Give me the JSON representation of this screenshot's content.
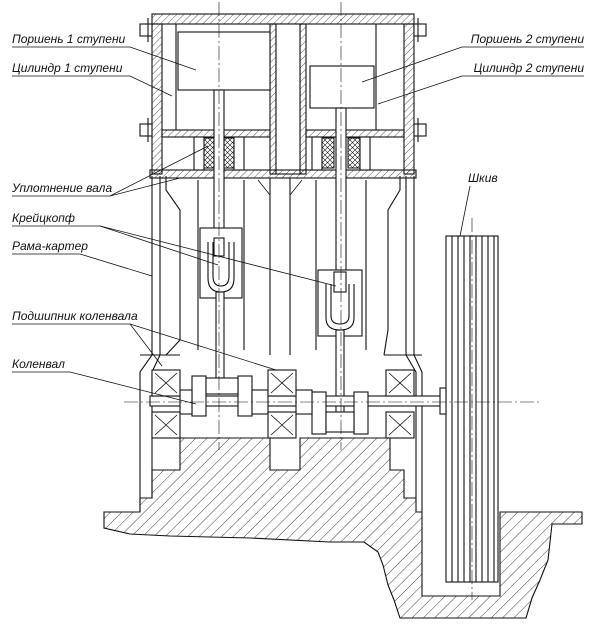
{
  "labels": {
    "piston1": "Поршень 1 ступени",
    "cylinder1": "Цилиндр 1 ступени",
    "piston2": "Поршень 2 ступени",
    "cylinder2": "Цилиндр 2 ступени",
    "shaft_seal": "Уплотнение вала",
    "crosshead": "Крейцкопф",
    "frame": "Рама-картер",
    "bearing": "Подшипник коленвала",
    "crankshaft": "Коленвал",
    "pulley": "Шкив"
  }
}
